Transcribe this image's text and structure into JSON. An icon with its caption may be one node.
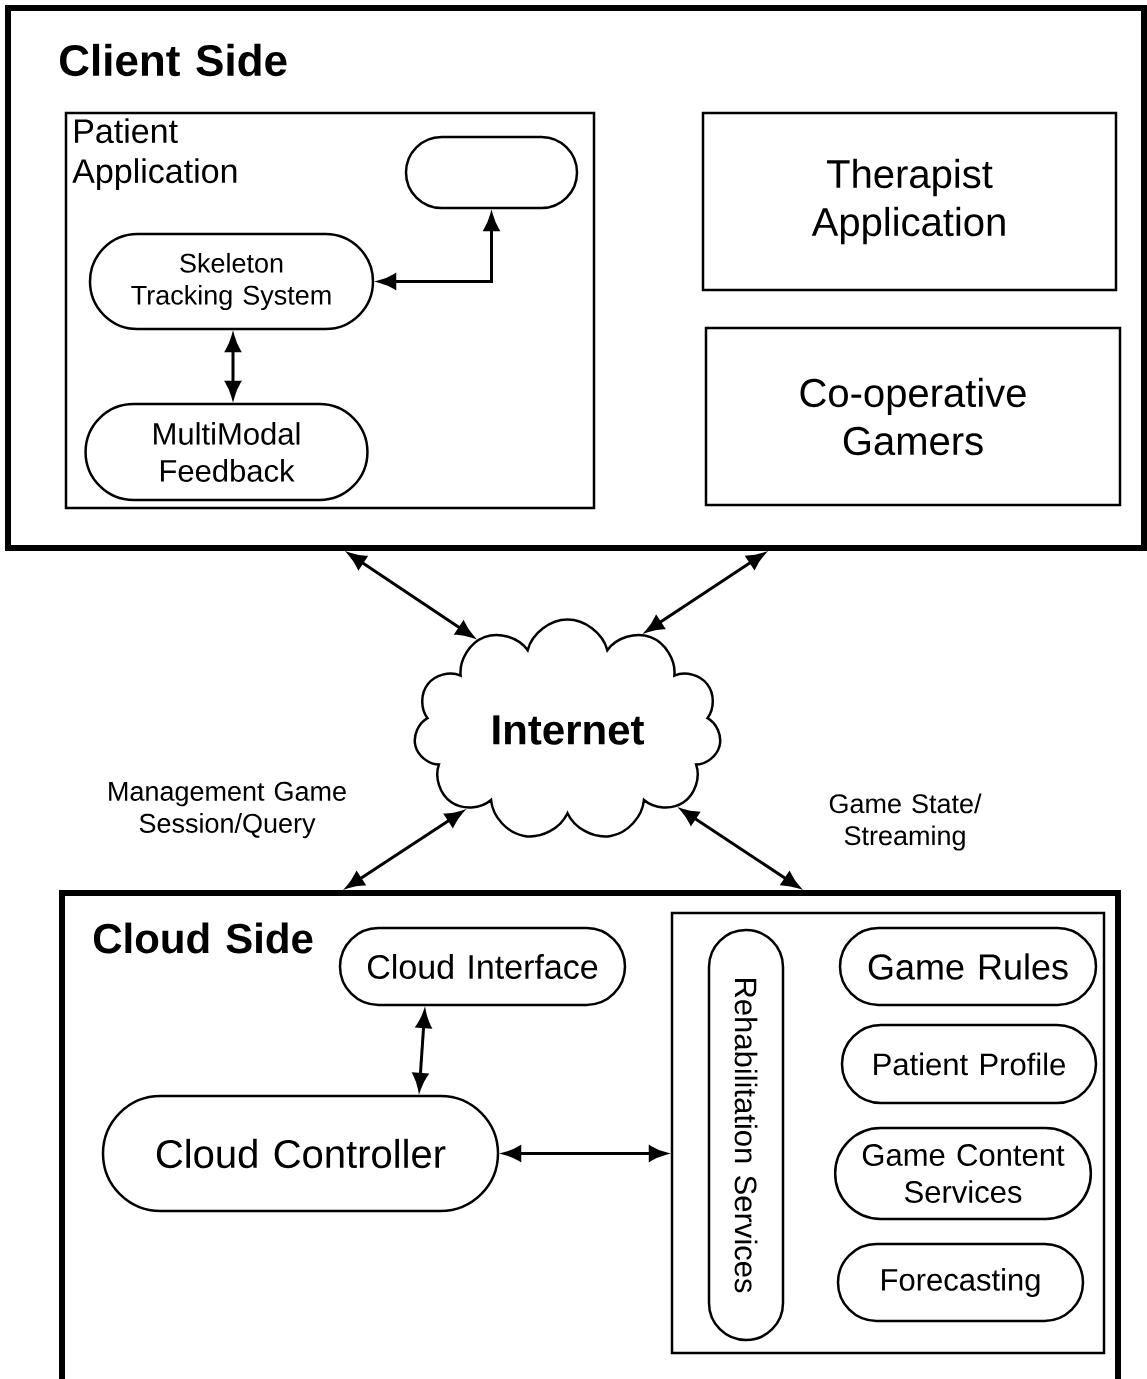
{
  "diagram": {
    "nodes": [
      {
        "text": [
          "Client Side"
        ]
      },
      {
        "text": [
          "Patient Application"
        ],
        "in": 0
      },
      {
        "text": [],
        "shape": "capsule",
        "in": 1
      },
      {
        "text": [
          "Skeleton Tracking System"
        ],
        "in": 1
      },
      {
        "text": [
          "MultiModal Feedback"
        ],
        "in": 1
      },
      {
        "text": [
          "Therapist Application"
        ],
        "in": 0
      },
      {
        "text": [
          "Co-operative Gamers"
        ],
        "in": 0
      },
      {
        "text": [
          "Internet"
        ]
      },
      {
        "text": [
          "Cloud Side"
        ]
      },
      {
        "text": [
          "Cloud Interface"
        ],
        "in": 8
      },
      {
        "text": [
          "Cloud Controller"
        ],
        "in": 8
      },
      {
        "text": [],
        "shape": "box",
        "in": 8
      },
      {
        "text": [
          "Rehabilitation Services"
        ],
        "in": 11
      },
      {
        "text": [
          "Game Rules"
        ],
        "in": 11
      },
      {
        "text": [
          "Patient Profile"
        ],
        "in": 11
      },
      {
        "text": [
          "Game Content Services"
        ],
        "in": 11
      },
      {
        "text": [
          "Forecasting"
        ],
        "in": 11
      }
    ],
    "edges": [
      {
        "from": 3,
        "to": 2,
        "arrow": "both"
      },
      {
        "from": 3,
        "to": 4,
        "arrow": "both"
      },
      {
        "from": 0,
        "to": 7,
        "arrow": "both"
      },
      {
        "from": 0,
        "to": 7,
        "arrow": "both"
      },
      {
        "from": 7,
        "to": 8,
        "arrow": "both",
        "label": "Management Game Session/Query"
      },
      {
        "from": 7,
        "to": 8,
        "arrow": "both",
        "label": "Game State/ Streaming"
      },
      {
        "from": 9,
        "to": 10,
        "arrow": "both"
      },
      {
        "from": 10,
        "to": 11,
        "arrow": "both"
      }
    ]
  }
}
